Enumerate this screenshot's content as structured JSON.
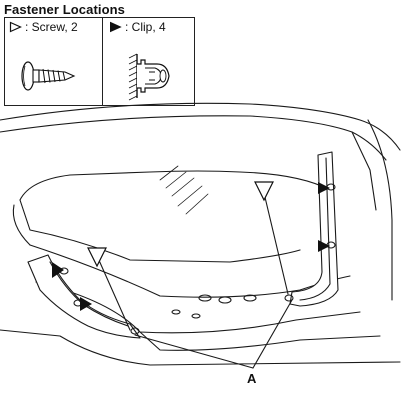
{
  "header": {
    "title": "Fastener Locations"
  },
  "legend": {
    "items": [
      {
        "symbol": "open-triangle",
        "label": ": Screw, 2"
      },
      {
        "symbol": "filled-triangle",
        "label": ": Clip, 4"
      }
    ]
  },
  "callouts": {
    "part_a": "A"
  },
  "colors": {
    "line": "#1a1a1a",
    "light_line": "#555555",
    "background": "#ffffff"
  }
}
